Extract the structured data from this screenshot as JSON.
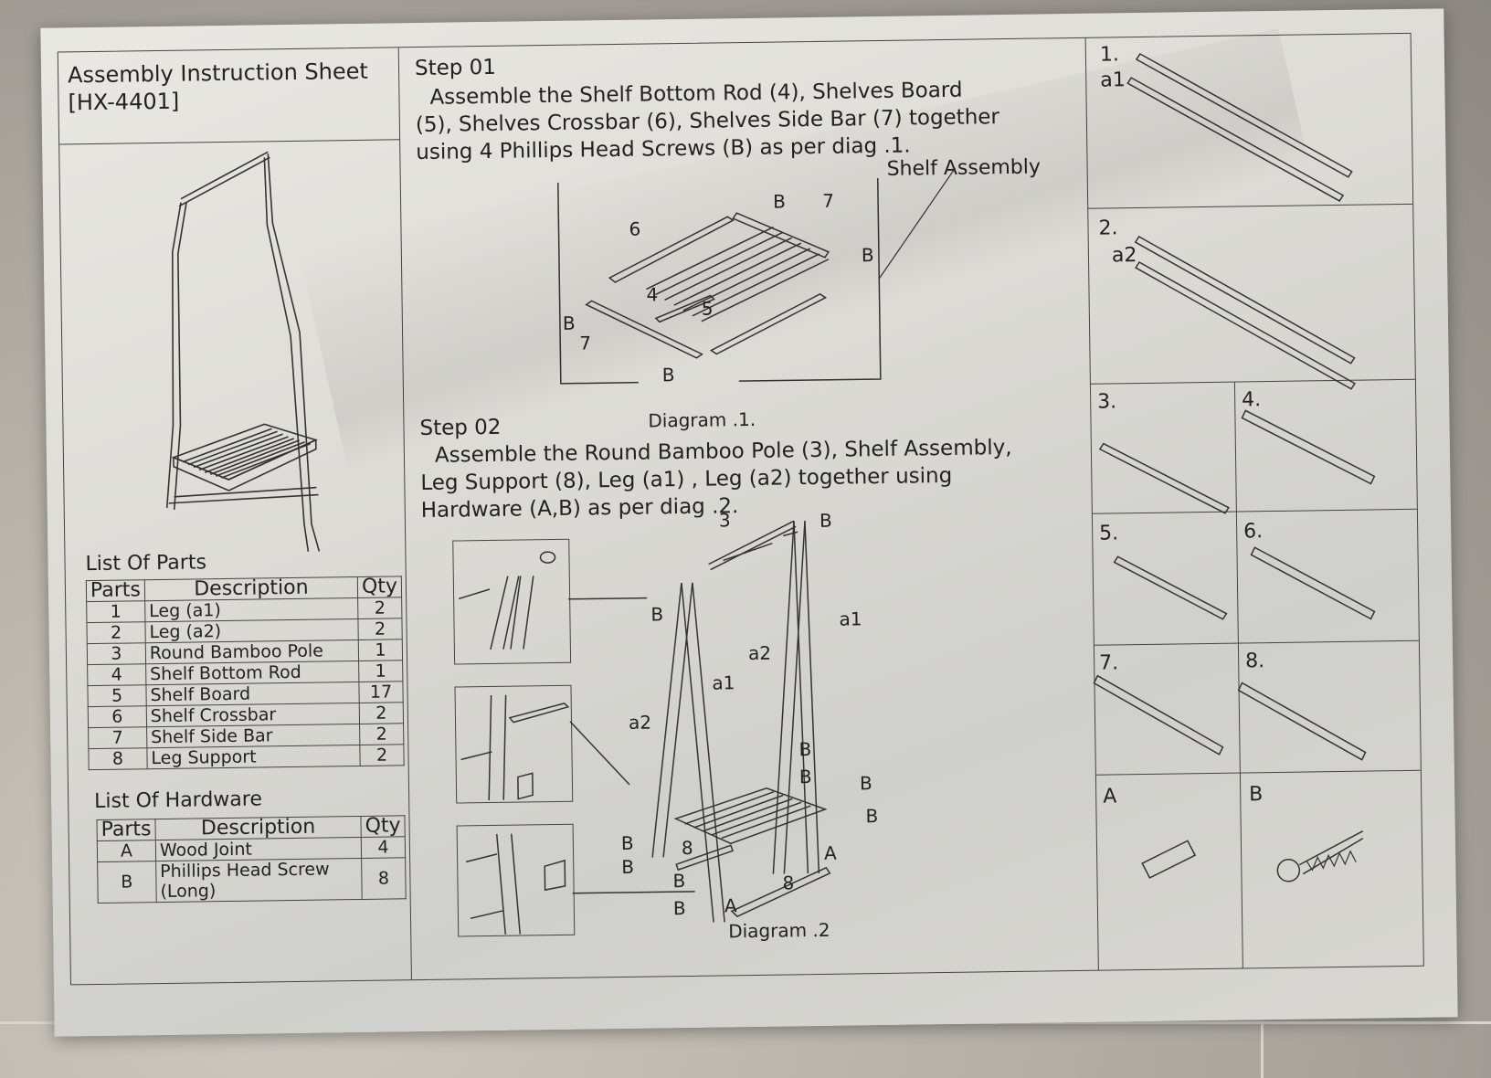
{
  "sheet": {
    "title_line1": "Assembly Instruction Sheet",
    "title_line2": "[HX-4401]"
  },
  "parts_list": {
    "heading": "List Of Parts",
    "columns": [
      "Parts",
      "Description",
      "Qty"
    ],
    "rows": [
      {
        "num": "1",
        "desc": "Leg (a1)",
        "qty": "2"
      },
      {
        "num": "2",
        "desc": "Leg (a2)",
        "qty": "2"
      },
      {
        "num": "3",
        "desc": "Round Bamboo Pole",
        "qty": "1"
      },
      {
        "num": "4",
        "desc": "Shelf Bottom Rod",
        "qty": "1"
      },
      {
        "num": "5",
        "desc": "Shelf Board",
        "qty": "17"
      },
      {
        "num": "6",
        "desc": "Shelf Crossbar",
        "qty": "2"
      },
      {
        "num": "7",
        "desc": "Shelf Side Bar",
        "qty": "2"
      },
      {
        "num": "8",
        "desc": "Leg Support",
        "qty": "2"
      }
    ]
  },
  "hardware_list": {
    "heading": "List Of Hardware",
    "columns": [
      "Parts",
      "Description",
      "Qty"
    ],
    "rows": [
      {
        "num": "A",
        "desc": "Wood Joint",
        "qty": "4"
      },
      {
        "num": "B",
        "desc": "Phillips Head Screw (Long)",
        "qty": "8"
      }
    ]
  },
  "step1": {
    "title": "Step 01",
    "body": "Assemble the Shelf Bottom Rod (4), Shelves Board (5), Shelves Crossbar (6), Shelves Side Bar (7) together using 4 Phillips Head Screws (B) as per diag .1.",
    "callout": "Shelf Assembly",
    "caption": "Diagram .1.",
    "labels": {
      "l6": "6",
      "l7": "7",
      "l4": "4",
      "l5": "5",
      "lB": "B",
      "l7b": "7"
    }
  },
  "step2": {
    "title": "Step 02",
    "body": "Assemble the Round Bamboo Pole (3), Shelf Assembly, Leg Support (8), Leg (a1) , Leg (a2) together using Hardware (A,B) as per diag .2.",
    "caption": "Diagram .2",
    "labels": {
      "l3": "3",
      "la1": "a1",
      "la2": "a2",
      "lB": "B",
      "lA": "A",
      "l8": "8"
    }
  },
  "part_grid": [
    {
      "label": "1.",
      "sub": "a1"
    },
    {
      "label": "2.",
      "sub": "a2"
    },
    {
      "label": "3."
    },
    {
      "label": "4."
    },
    {
      "label": "5."
    },
    {
      "label": "6."
    },
    {
      "label": "7."
    },
    {
      "label": "8."
    },
    {
      "label": "A"
    },
    {
      "label": "B"
    }
  ],
  "colors": {
    "ink": "#222222",
    "paper": "#e2e1dc",
    "background": "#b9b6ae"
  }
}
